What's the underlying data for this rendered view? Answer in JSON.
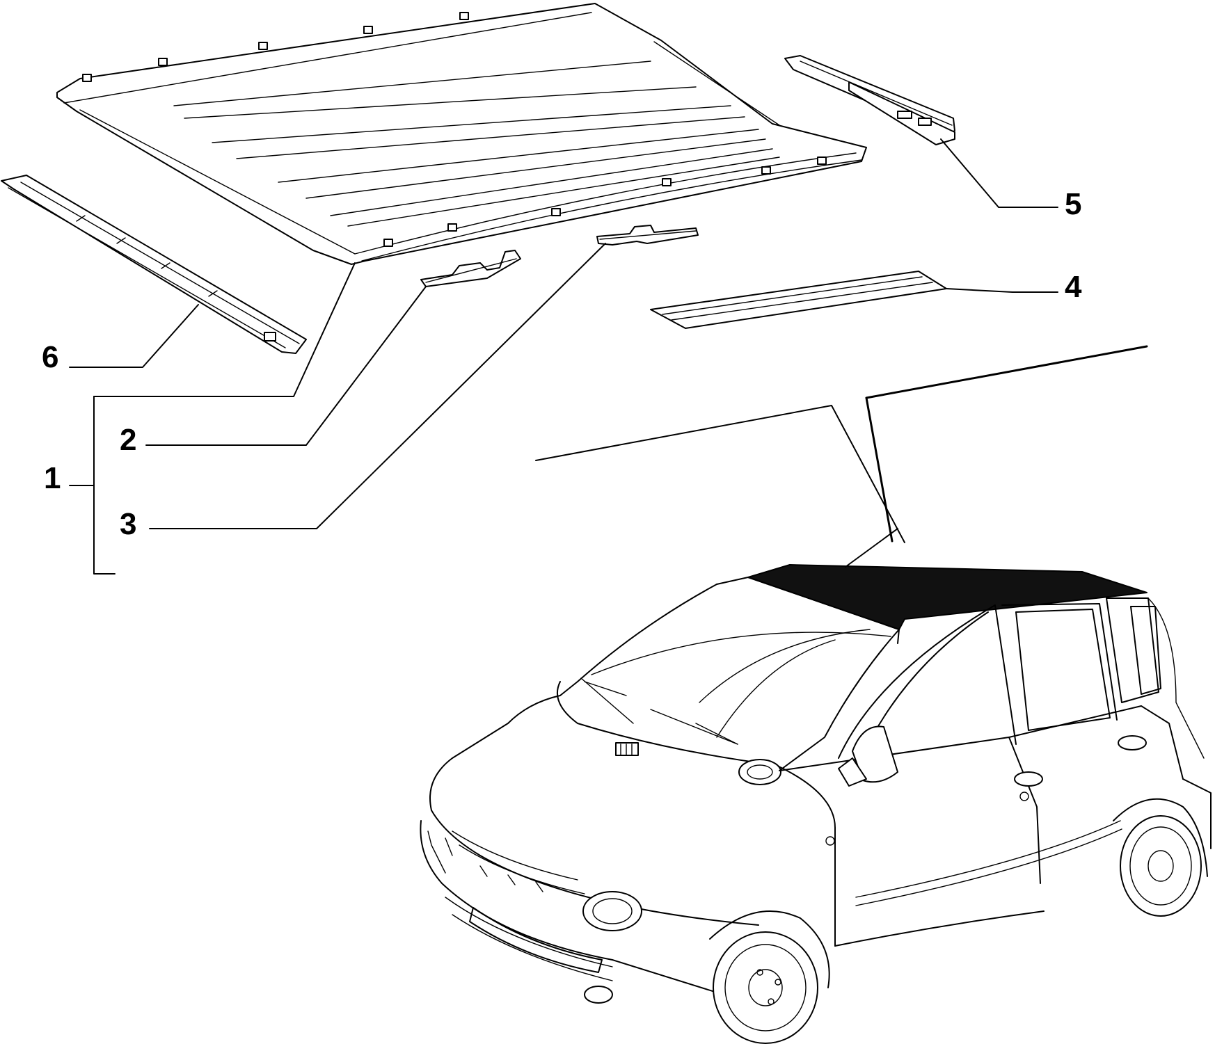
{
  "callouts": {
    "c1": "1",
    "c2": "2",
    "c3": "3",
    "c4": "4",
    "c5": "5",
    "c6": "6"
  },
  "colors": {
    "ink": "#000000",
    "paper": "#ffffff",
    "roof_fill": "#111111"
  }
}
